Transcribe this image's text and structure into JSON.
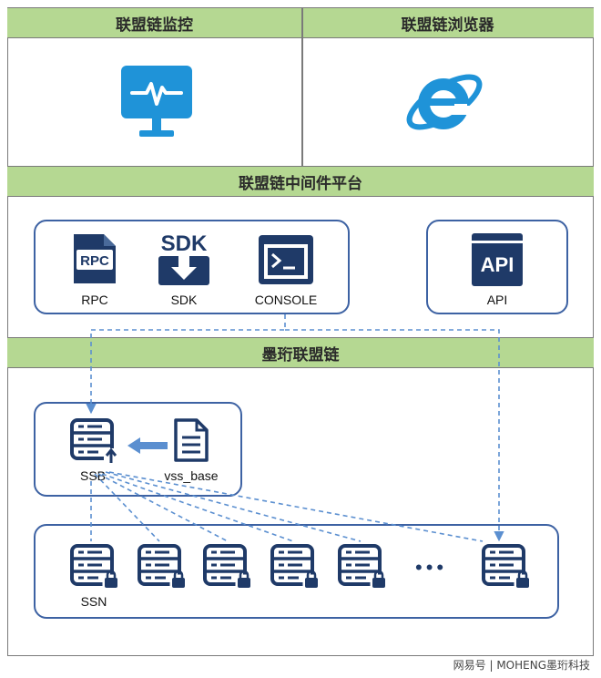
{
  "sections": {
    "monitor_title": "联盟链监控",
    "browser_title": "联盟链浏览器",
    "middleware_title": "联盟链中间件平台",
    "chain_title": "墨珩联盟链"
  },
  "middleware": {
    "rpc_label": "RPC",
    "rpc_icon_text": "RPC",
    "sdk_label": "SDK",
    "sdk_icon_text": "SDK",
    "console_label": "CONSOLE",
    "api_label": "API",
    "api_icon_text": "API"
  },
  "chain": {
    "ssb_label": "SSB",
    "vss_label": "vss_base",
    "ssn_label": "SSN",
    "ellipsis": "•••"
  },
  "watermark": "网易号 | MOHENG墨珩科技",
  "icons": {
    "monitor": "monitor-heartbeat-icon",
    "browser": "internet-explorer-icon",
    "rpc": "rpc-document-icon",
    "sdk": "sdk-download-icon",
    "console": "terminal-icon",
    "api": "api-window-icon",
    "server": "server-lock-icon",
    "file": "document-icon"
  },
  "colors": {
    "header_green": "#b5d892",
    "box_blue": "#3d62a3",
    "icon_navy": "#1f3a68",
    "arrow_blue": "#5b8fd0",
    "monitor_blue": "#1f93d8"
  }
}
